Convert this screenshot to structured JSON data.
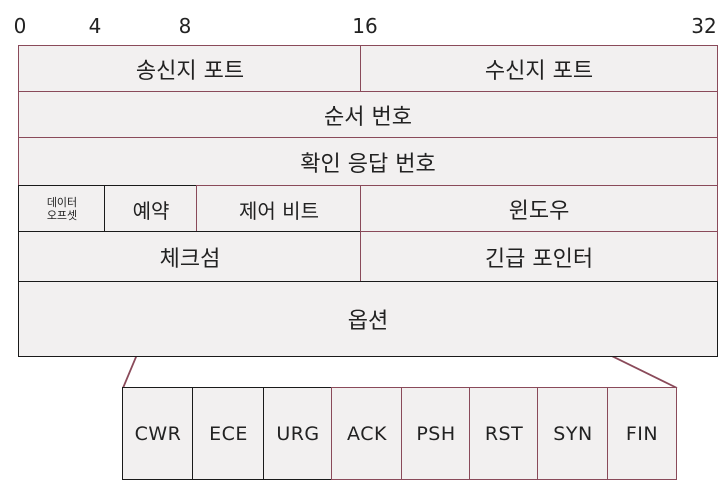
{
  "bit_ticks": [
    "0",
    "4",
    "8",
    "16",
    "32"
  ],
  "header": {
    "source_port": "송신지 포트",
    "dest_port": "수신지 포트",
    "sequence_number": "순서 번호",
    "ack_number": "확인 응답 번호",
    "data_offset_line1": "데이터",
    "data_offset_line2": "오프셋",
    "reserved": "예약",
    "control_bits": "제어 비트",
    "window": "윈도우",
    "checksum": "체크섬",
    "urgent_pointer": "긴급 포인터",
    "options": "옵션"
  },
  "flags": [
    "CWR",
    "ECE",
    "URG",
    "ACK",
    "PSH",
    "RST",
    "SYN",
    "FIN"
  ],
  "colors": {
    "border": "#8a4a5a",
    "border_dark": "#1a1a1a",
    "fill": "#f2f0f0"
  }
}
